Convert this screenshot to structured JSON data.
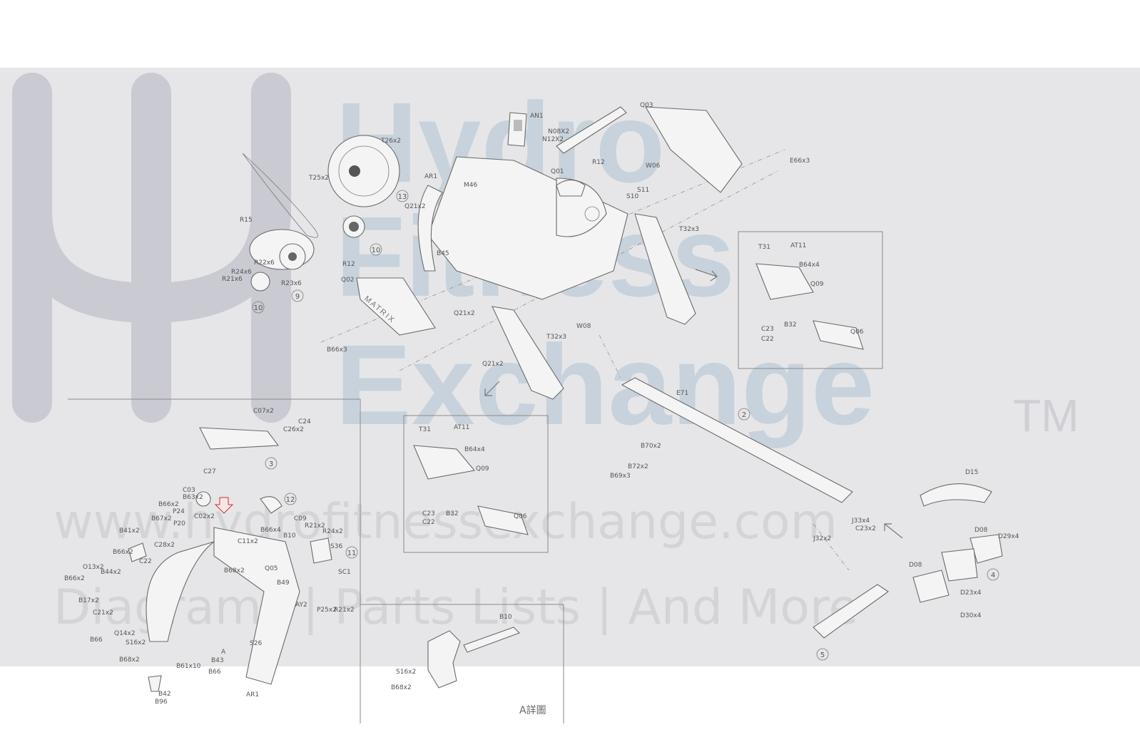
{
  "watermark": {
    "brand_line1": "Hydro",
    "brand_line2": "Fitness",
    "brand_line3": "Exchange",
    "trademark": "TM",
    "url": "www.hydrofitnessexchange.com",
    "tagline": "Diagrams | Parts Lists | And More"
  },
  "diagram": {
    "brand_on_cover": "MATRIX",
    "detail_caption": "A詳圖",
    "callouts": [
      "2",
      "3",
      "4",
      "5",
      "9",
      "10",
      "10",
      "11",
      "12",
      "13"
    ],
    "labels": {
      "an1": "AN1",
      "n08": "N08X2",
      "n12": "N12X2",
      "r12a": "R12",
      "q03": "Q03",
      "e66": "E66x3",
      "t26": "T26x2",
      "t25": "T25x2",
      "ar1": "AR1",
      "q01": "Q01",
      "w06": "W06",
      "s11": "S11",
      "s10": "S10",
      "q21a": "Q21x2",
      "r15": "R15",
      "r22": "R22x6",
      "r24": "R24x6",
      "r21": "R21x6",
      "r23": "R23x6",
      "q02": "Q02",
      "r12b": "R12",
      "m46": "M46",
      "b45": "B45",
      "t32a": "T32x3",
      "t32b": "T32x3",
      "q21b": "Q21x2",
      "q21c": "Q21x2",
      "w08": "W08",
      "b66a": "B66x3",
      "t31a": "T31",
      "at11a": "AT11",
      "b64a": "B64x4",
      "q09a": "Q09",
      "c23a": "C23",
      "c22a": "C22",
      "b32a": "B32",
      "q06a": "Q06",
      "t31b": "T31",
      "at11b": "AT11",
      "b64b": "B64x4",
      "q09b": "Q09",
      "c23b": "C23",
      "c22b": "C22",
      "b32b": "B32",
      "q06b": "Q06",
      "e71": "E71",
      "b70": "B70x2",
      "b72": "B72x2",
      "b69": "B69x3",
      "d15": "D15",
      "d08a": "D08",
      "d29": "D29x4",
      "d08b": "D08",
      "d23": "D23x4",
      "d30": "D30x4",
      "j33": "J33x4",
      "c23c": "C23x2",
      "j32": "J32x2",
      "c07": "C07x2",
      "c24": "C24",
      "c26": "C26x2",
      "c27": "C27",
      "c03": "C03",
      "b66b": "B66x2",
      "b63": "B63x2",
      "c02": "C02x2",
      "b67": "B67x2",
      "p24": "P24",
      "p20": "P20",
      "c28": "C28x2",
      "b41": "B41x2",
      "b66c": "B66x2",
      "c22b2": "C22",
      "o13": "O13x2",
      "b44": "B44x2",
      "b66d": "B66x2",
      "b17": "B17x2",
      "c21": "C21x2",
      "q14": "Q14x2",
      "s16a": "S16x2",
      "b68a": "B68x2",
      "b61": "B61x10",
      "b43": "B43",
      "b66e": "B66",
      "b42": "B42",
      "b96": "B96",
      "ar1b": "AR1",
      "s26": "S26",
      "a": "A",
      "c11": "C11x2",
      "b66f": "B66x4",
      "b10a": "B10",
      "c09": "C09",
      "r21b": "R21x2",
      "r24b": "R24x2",
      "s36": "S36",
      "q05": "Q05",
      "b68b": "B68x2",
      "b49": "B49",
      "sc1": "SC1",
      "ay2": "AY2",
      "p25": "P25x2",
      "r21c": "R21x2",
      "b10b": "B10",
      "s16b": "S16x2",
      "b68c": "B68x2"
    }
  }
}
